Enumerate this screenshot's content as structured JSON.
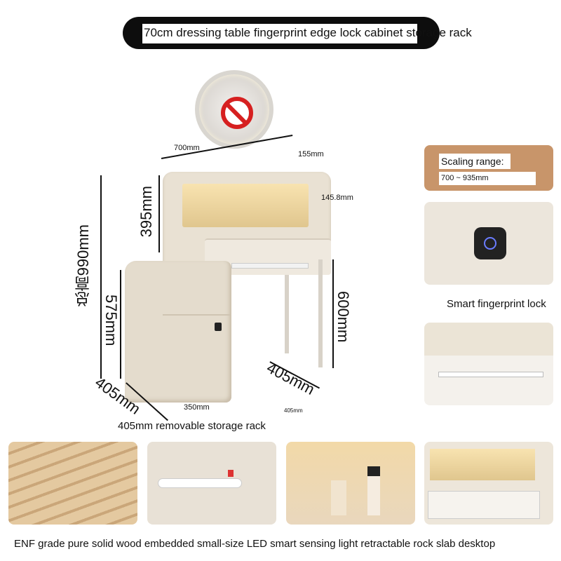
{
  "header": {
    "title": "70cm dressing table   fingerprint edge lock cabinet storage rack"
  },
  "dimensions": {
    "width_top": "700mm",
    "depth_top": "155mm",
    "side_depth": "145.8mm",
    "upper_height": "395mm",
    "total_height": "总高990mm",
    "cabinet_height": "575mm",
    "leg_height": "600mm",
    "table_depth": "405mm",
    "table_depth_small": "405mm",
    "cabinet_depth": "405mm",
    "cabinet_width": "350mm"
  },
  "features": {
    "scaling_label": "Scaling range:",
    "scaling_value": "700 ~ 935mm",
    "lock_caption": "Smart fingerprint lock",
    "rack_caption": "405mm removable storage rack"
  },
  "bottom_caption": "ENF grade pure solid wood embedded small-size LED smart sensing light retractable rock slab desktop",
  "colors": {
    "cream": "#e9e1d3",
    "accent": "#c8956a",
    "dark": "#0d0d0d"
  }
}
